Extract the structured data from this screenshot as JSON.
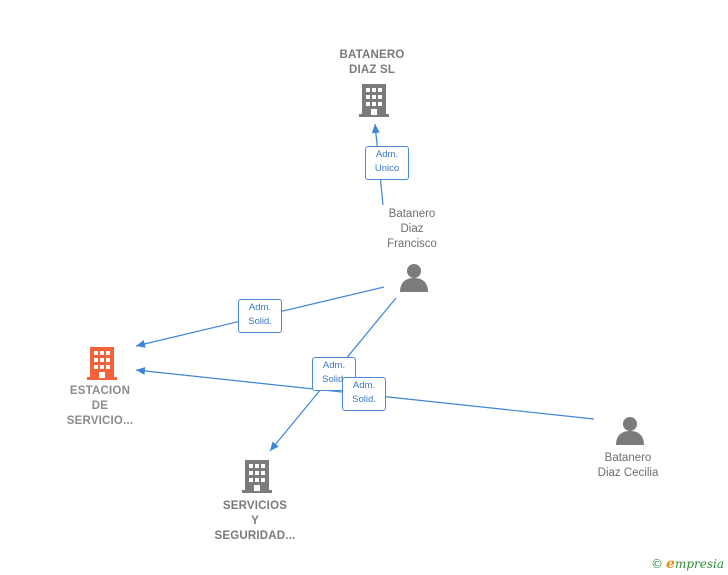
{
  "colors": {
    "edge": "#3f84d6",
    "node_gray": "#7b7b7b",
    "node_active": "#f4623a"
  },
  "nodes": {
    "batanero_diaz_sl": {
      "label": "BATANERO\nDIAZ SL",
      "icon": "building-icon"
    },
    "batanero_diaz_francisco": {
      "label": "Batanero\nDiaz\nFrancisco",
      "icon": "person-icon"
    },
    "estacion_de_servicio": {
      "label": "ESTACION\nDE\nSERVICIO...",
      "icon": "building-icon"
    },
    "servicios_y_seguridad": {
      "label": "SERVICIOS\nY\nSEGURIDAD...",
      "icon": "building-icon"
    },
    "batanero_diaz_cecilia": {
      "label": "Batanero\nDiaz Cecilia",
      "icon": "person-icon"
    }
  },
  "edges": [
    {
      "from": "batanero_diaz_francisco",
      "to": "batanero_diaz_sl",
      "label": "Adm.\nUnico"
    },
    {
      "from": "batanero_diaz_francisco",
      "to": "estacion_de_servicio",
      "label": "Adm.\nSolid."
    },
    {
      "from": "batanero_diaz_francisco",
      "to": "servicios_y_seguridad",
      "label": "Adm.\nSolid."
    },
    {
      "from": "batanero_diaz_cecilia",
      "to": "estacion_de_servicio",
      "label": "Adm.\nSolid."
    }
  ],
  "footer": {
    "copyright": "©",
    "brand_e": "e",
    "brand_rest": "mpresia"
  }
}
